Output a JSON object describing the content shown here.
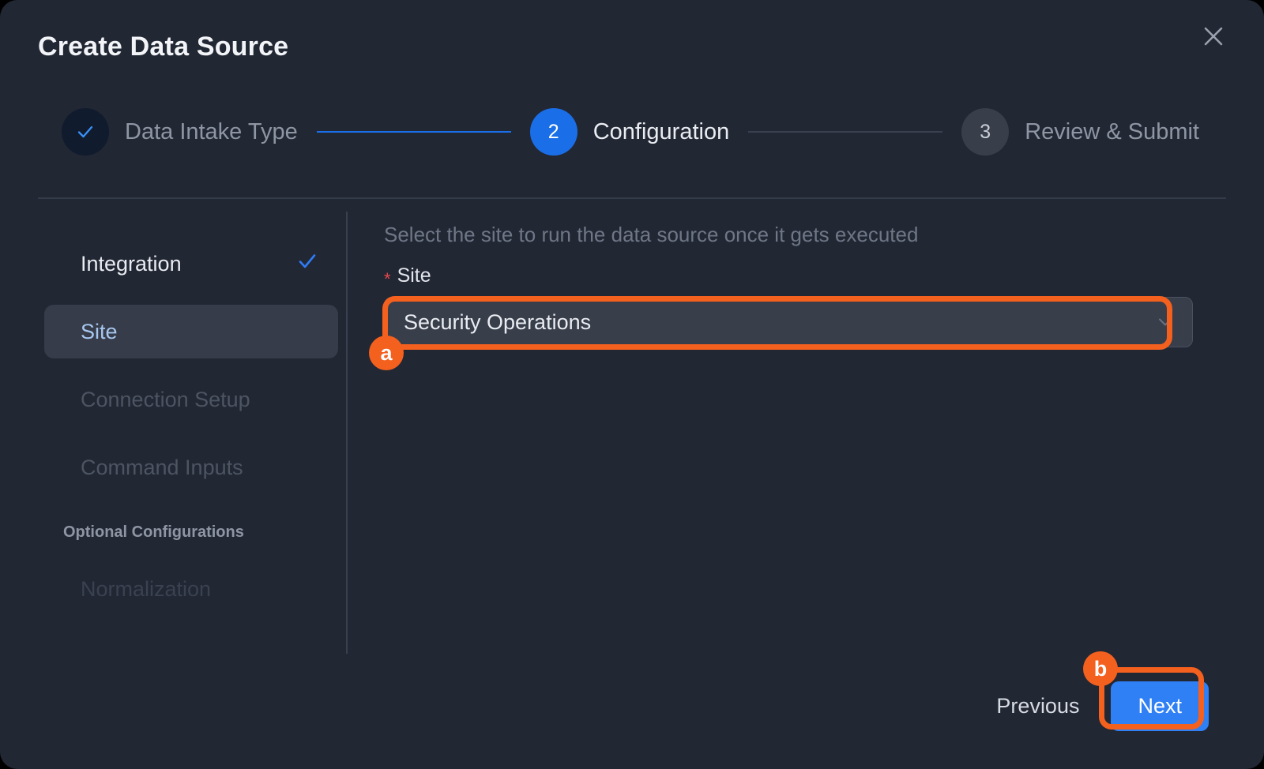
{
  "dialog": {
    "title": "Create Data Source",
    "close_icon": "close-icon"
  },
  "stepper": {
    "steps": [
      {
        "indicator": "✓",
        "label": "Data Intake Type",
        "state": "done"
      },
      {
        "indicator": "2",
        "label": "Configuration",
        "state": "current"
      },
      {
        "indicator": "3",
        "label": "Review & Submit",
        "state": "upcoming"
      }
    ]
  },
  "sidebar": {
    "items": [
      {
        "label": "Integration",
        "state": "completed",
        "check": "✓"
      },
      {
        "label": "Site",
        "state": "active"
      },
      {
        "label": "Connection Setup",
        "state": "disabled"
      },
      {
        "label": "Command Inputs",
        "state": "disabled"
      }
    ],
    "section_label": "Optional Configurations",
    "optional_items": [
      {
        "label": "Normalization",
        "state": "disabled"
      }
    ]
  },
  "main": {
    "help_text": "Select the site to run the data source once it gets executed",
    "field": {
      "required_marker": "*",
      "label": "Site",
      "value": "Security Operations",
      "caret_icon": "chevron-down-icon"
    }
  },
  "footer": {
    "previous_label": "Previous",
    "next_label": "Next"
  },
  "annotations": [
    {
      "id": "a",
      "target": "site-select"
    },
    {
      "id": "b",
      "target": "next-button"
    }
  ],
  "colors": {
    "accent_blue": "#2F80F5",
    "step_current": "#1A6FE8",
    "annotation_orange": "#F4601E",
    "required_red": "#E5484D",
    "surface": "#222734",
    "input_surface": "#383E4A"
  }
}
